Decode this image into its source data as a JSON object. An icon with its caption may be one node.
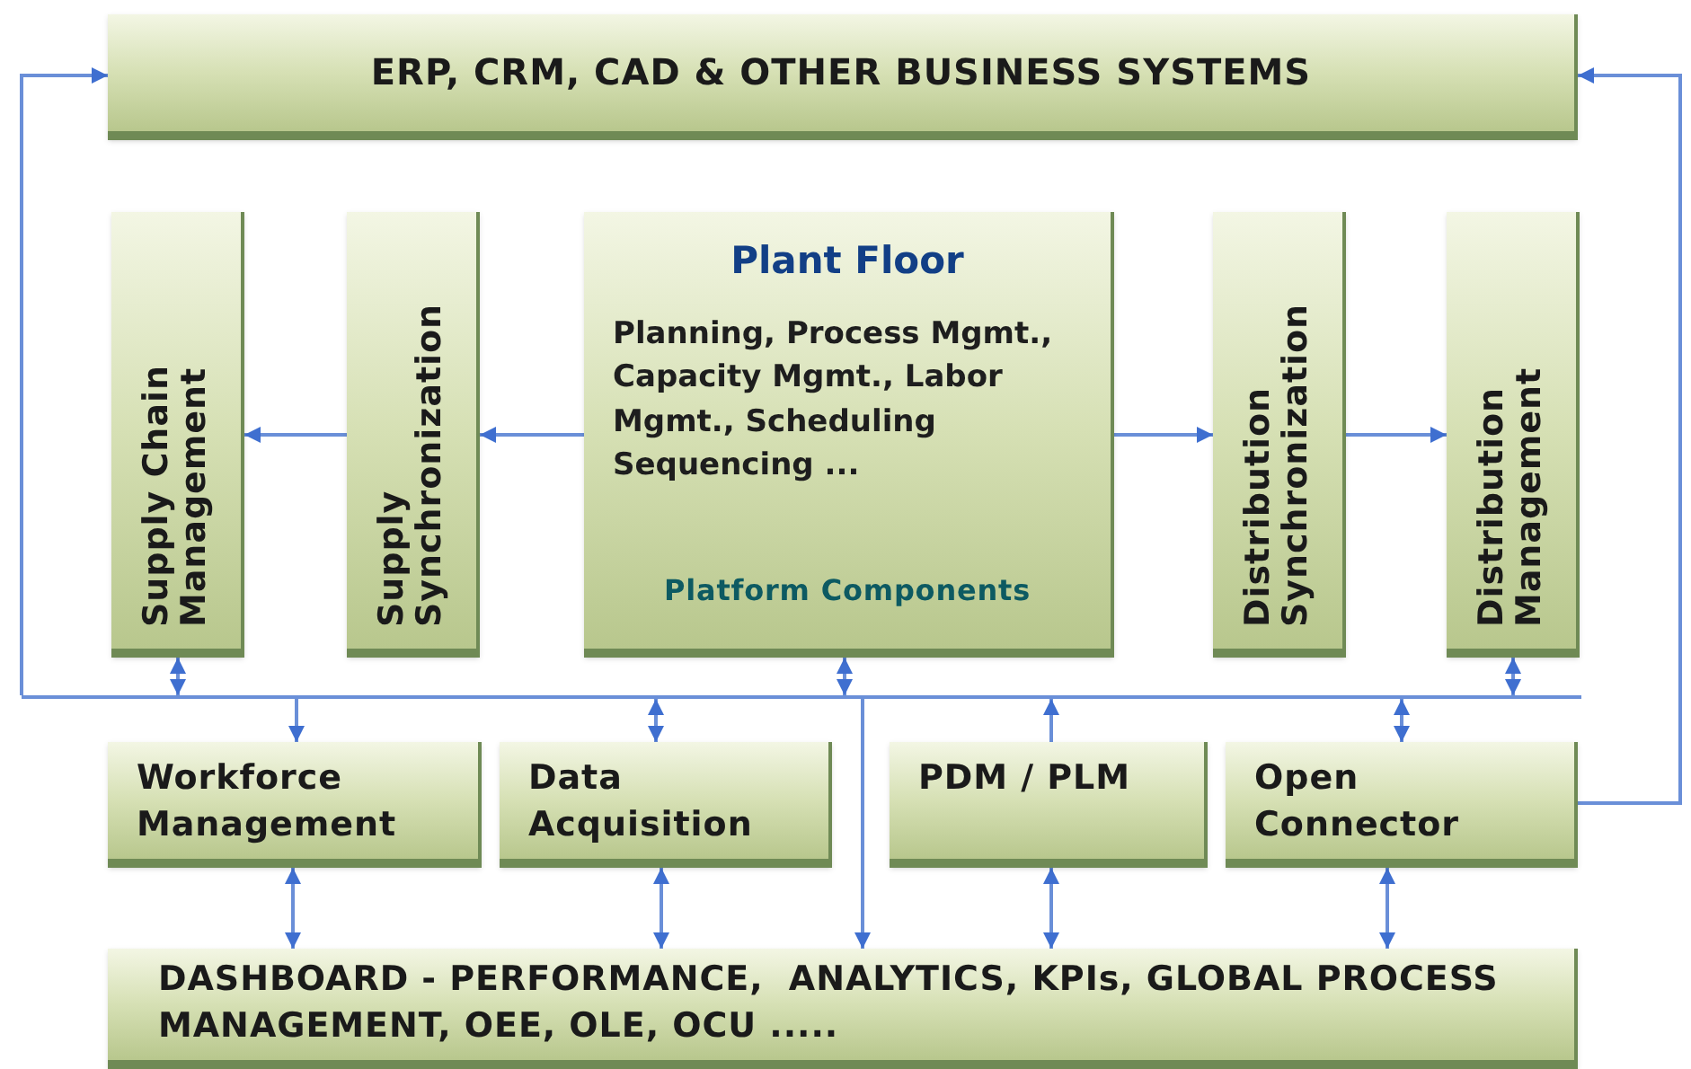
{
  "diagram": {
    "nodes": [
      {
        "text": [
          "ERP, CRM, CAD & OTHER BUSINESS SYSTEMS"
        ]
      },
      {
        "text": [
          "Supply Chain Management"
        ]
      },
      {
        "text": [
          "Supply Synchronization"
        ]
      },
      {
        "text": [
          "Plant Floor",
          "Planning, Process Mgmt., Capacity Mgmt., Labor Mgmt., Scheduling Sequencing ...",
          "Platform Components"
        ]
      },
      {
        "text": [
          "Distribution Synchronization"
        ]
      },
      {
        "text": [
          "Distribution Management"
        ]
      },
      {
        "text": [],
        "shape": "bar"
      },
      {
        "text": [
          "Workforce Management"
        ]
      },
      {
        "text": [
          "Data Acquisition"
        ]
      },
      {
        "text": [
          "PDM / PLM"
        ]
      },
      {
        "text": [
          "Open Connector"
        ]
      },
      {
        "text": [
          "DASHBOARD - PERFORMANCE,  ANALYTICS, KPIs, GLOBAL PROCESS MANAGEMENT, OEE, OLE, OCU ....."
        ]
      }
    ],
    "edges": [
      {
        "from": 6,
        "to": 0,
        "arrow": "to"
      },
      {
        "from": 10,
        "to": 0,
        "arrow": "to"
      },
      {
        "from": 3,
        "to": 2,
        "arrow": "to"
      },
      {
        "from": 2,
        "to": 1,
        "arrow": "to"
      },
      {
        "from": 3,
        "to": 4,
        "arrow": "to"
      },
      {
        "from": 4,
        "to": 5,
        "arrow": "to"
      },
      {
        "from": 1,
        "to": 6,
        "arrow": "both"
      },
      {
        "from": 3,
        "to": 6,
        "arrow": "both"
      },
      {
        "from": 5,
        "to": 6,
        "arrow": "both"
      },
      {
        "from": 6,
        "to": 7,
        "arrow": "to"
      },
      {
        "from": 6,
        "to": 8,
        "arrow": "both"
      },
      {
        "from": 9,
        "to": 6,
        "arrow": "to"
      },
      {
        "from": 6,
        "to": 10,
        "arrow": "both"
      },
      {
        "from": 6,
        "to": 11,
        "arrow": "to"
      },
      {
        "from": 7,
        "to": 11,
        "arrow": "both"
      },
      {
        "from": 8,
        "to": 11,
        "arrow": "both"
      },
      {
        "from": 9,
        "to": 11,
        "arrow": "both"
      },
      {
        "from": 10,
        "to": 11,
        "arrow": "both"
      }
    ]
  }
}
